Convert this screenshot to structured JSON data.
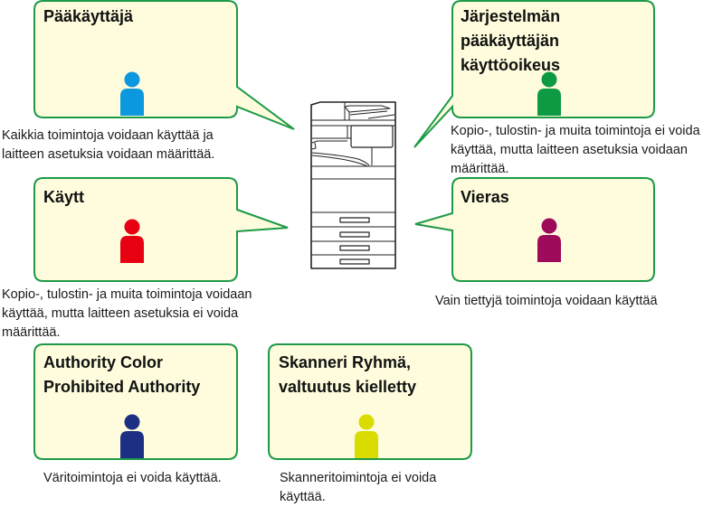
{
  "diagram": {
    "colors": {
      "bubble_fill": "#fefcdc",
      "bubble_border": "#1d9a47",
      "device_outline": "#222222"
    },
    "device": {
      "icon": "multifunction-printer-icon"
    },
    "roles": [
      {
        "id": "administrator",
        "title": "Pääkäyttäjä",
        "icon": "person-icon",
        "icon_color": "#0b98de",
        "description_lines": [
          "Kaikkia toimintoja voidaan käyttää ja",
          "laitteen asetuksia voidaan määrittää."
        ]
      },
      {
        "id": "system-admin-rights",
        "title_lines": [
          "Järjestelmän",
          "pääkäyttäjän",
          "käyttöoikeus"
        ],
        "icon": "person-icon",
        "icon_color": "#0e9a43",
        "description_lines": [
          "Kopio-, tulostin- ja muita toimintoja ei voida",
          "käyttää, mutta laitteen asetuksia voidaan",
          "määrittää."
        ]
      },
      {
        "id": "user",
        "title": "Käytt",
        "icon": "person-icon",
        "icon_color": "#e60012",
        "description_lines": [
          "Kopio-, tulostin- ja muita toimintoja voidaan",
          "käyttää, mutta laitteen asetuksia ei voida",
          "määrittää."
        ]
      },
      {
        "id": "guest",
        "title": "Vieras",
        "icon": "person-icon",
        "icon_color": "#9e0b5b",
        "description_lines": [
          "Vain tiettyjä toimintoja voidaan käyttää"
        ]
      },
      {
        "id": "color-prohibited",
        "title_lines": [
          "Authority Color",
          "Prohibited Authority"
        ],
        "icon": "person-icon",
        "icon_color": "#1c2f83",
        "description_lines": [
          "Väritoimintoja ei voida käyttää."
        ]
      },
      {
        "id": "scanner-prohibited",
        "title_lines": [
          "Skanneri Ryhmä,",
          "valtuutus kielletty"
        ],
        "icon": "person-icon",
        "icon_color": "#dadc00",
        "description_lines": [
          "Skanneritoimintoja ei voida",
          "käyttää."
        ]
      }
    ]
  }
}
